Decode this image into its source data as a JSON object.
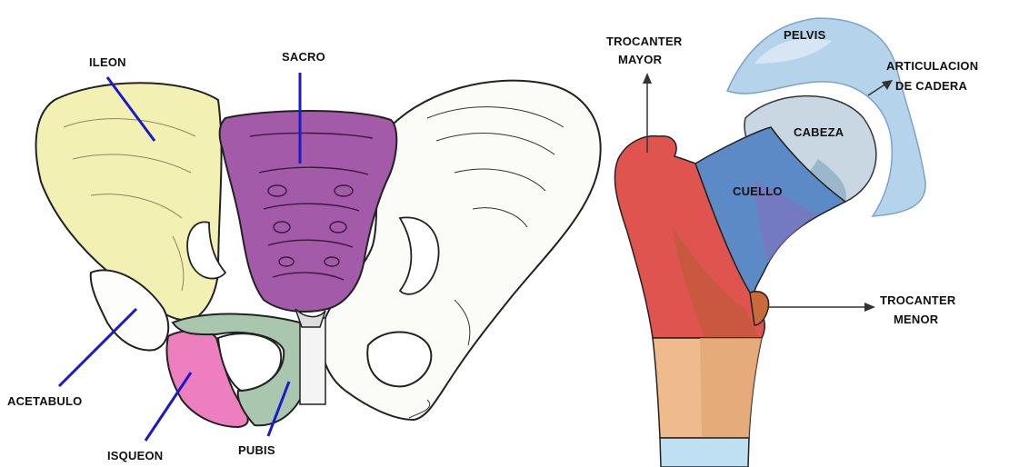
{
  "left_panel": {
    "labels": {
      "ileon": "ILEON",
      "sacro": "SACRO",
      "acetabulo": "ACETABULO",
      "isqueon": "ISQUEON",
      "pubis": "PUBIS"
    }
  },
  "right_panel": {
    "labels": {
      "trocanter_mayor_line1": "TROCANTER",
      "trocanter_mayor_line2": "MAYOR",
      "pelvis": "PELVIS",
      "articulacion_line1": "ARTICULACION",
      "articulacion_line2": "DE CADERA",
      "cabeza": "CABEZA",
      "cuello": "CUELLO",
      "trocanter_menor_line1": "TROCANTER",
      "trocanter_menor_line2": "MENOR"
    }
  },
  "colors": {
    "ileon": "#f3f0b4",
    "sacro": "#a35aa8",
    "isqueon": "#ee7fbf",
    "pubis": "#a9c7ae",
    "leader_line": "#1a1acc",
    "femur_red": "#e0544f",
    "femur_neck": "#5b8ac7",
    "femur_head": "#c9d7e2",
    "pelvis_blue": "#b6d3ec",
    "shaft_tan": "#efbb8c",
    "shaft_blue": "#bfe0f2"
  }
}
